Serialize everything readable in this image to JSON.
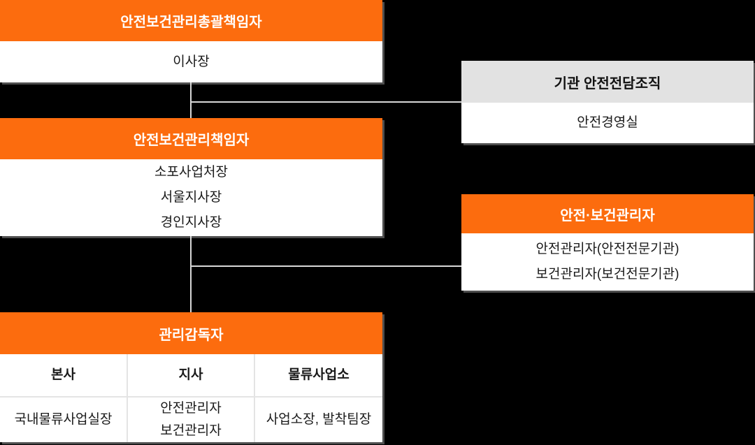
{
  "colors": {
    "accent_orange": "#FC6C0E",
    "gray_header": "#E2E2E2",
    "connector_line": "#D8D8D8",
    "background": "#000000",
    "body_text": "#1A1A1A"
  },
  "org_chart": {
    "general_manager": {
      "title": "안전보건관리총괄책임자",
      "members": [
        "이사장"
      ]
    },
    "dedicated_org": {
      "title": "기관 안전전담조직",
      "members": [
        "안전경영실"
      ]
    },
    "safety_health_manager": {
      "title": "안전보건관리책임자",
      "members": [
        "소포사업처장",
        "서울지사장",
        "경인지사장"
      ]
    },
    "safety_health_officer": {
      "title": "안전·보건관리자",
      "members": [
        "안전관리자(안전전문기관)",
        "보건관리자(보건전문기관)"
      ]
    },
    "supervisor": {
      "title": "관리감독자",
      "columns": [
        {
          "header": "본사",
          "members": [
            "국내물류사업실장"
          ]
        },
        {
          "header": "지사",
          "members": [
            "안전관리자",
            "보건관리자"
          ]
        },
        {
          "header": "물류사업소",
          "members": [
            "사업소장, 발착팀장"
          ]
        }
      ]
    }
  }
}
